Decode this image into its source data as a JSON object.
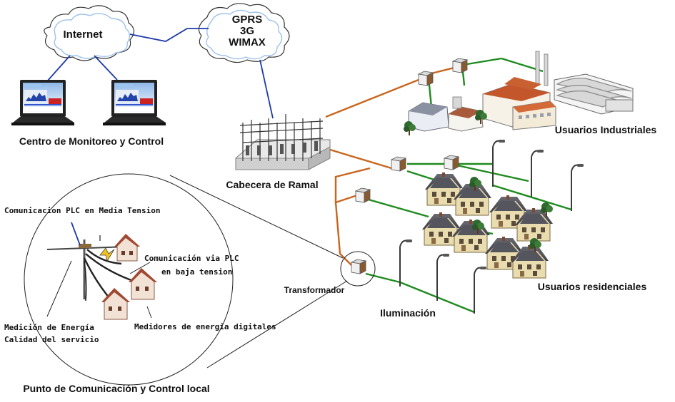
{
  "clouds": {
    "internet": "Internet",
    "wireless": {
      "line1": "GPRS",
      "line2": "3G",
      "line3": "WIMAX"
    }
  },
  "labels": {
    "monitoring_center": "Centro de Monitoreo y Control",
    "branch_head": "Cabecera de Ramal",
    "industrial_users": "Usuarios Industriales",
    "residential_users": "Usuarios residenciales",
    "lighting": "Iluminación",
    "transformer": "Transformador",
    "local_point": "Punto de Comunicación y Control local"
  },
  "detail": {
    "plc_medium": "Comunicacion PLC en Media Tension",
    "plc_low_line1": "Comunicación via PLC",
    "plc_low_line2": "en baja tension",
    "digital_meters": "Medidores de energia digitales",
    "energy_line1": "Medición de Energía",
    "energy_line2": "Calidad del servicio"
  },
  "colors": {
    "medium_voltage": "#c8661e",
    "low_voltage": "#1e8a1e",
    "data_link": "#1e3aa8"
  }
}
